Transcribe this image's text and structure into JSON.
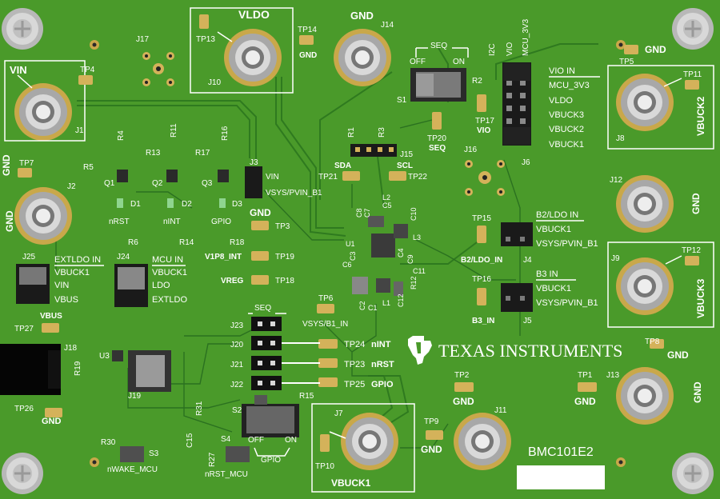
{
  "board": {
    "name": "BMC101E2",
    "brand": "TEXAS INSTRUMENTS",
    "colors": {
      "pcb": "#4a9a2a",
      "silk": "#ffffff",
      "gold": "#d4b25a",
      "header": "#1a1a1a"
    }
  },
  "labels": {
    "vldo": "VLDO",
    "tp13": "TP13",
    "j10": "J10",
    "gnd": "GND",
    "j14": "J14",
    "tp14": "TP14",
    "j17": "J17",
    "vin": "VIN",
    "tp4": "TP4",
    "j1": "J1",
    "tp7": "TP7",
    "j2": "J2",
    "r4": "R4",
    "r5": "R5",
    "q1": "Q1",
    "d1": "D1",
    "nrst": "nRST",
    "r6": "R6",
    "r13": "R13",
    "r11": "R11",
    "q2": "Q2",
    "d2": "D2",
    "nint": "nINT",
    "r14": "R14",
    "r17": "R17",
    "r16": "R16",
    "q3": "Q3",
    "d3": "D3",
    "gpio": "GPIO",
    "r18": "R18",
    "j3": "J3",
    "j3_vin": "VIN",
    "j3_vsys": "VSYS/PVIN_B1",
    "tp3": "TP3",
    "v1p8": "V1P8_INT",
    "tp19": "TP19",
    "vreg": "VREG",
    "tp18": "TP18",
    "seq_top": "SEQ",
    "off": "OFF",
    "on": "ON",
    "s1": "S1",
    "r2": "R2",
    "tp20": "TP20",
    "seq_tp20": "SEQ",
    "i2c": "I2C",
    "vio": "VIO",
    "mcu3v3": "MCU_3V3",
    "tp17": "TP17",
    "vio_tp17": "VIO",
    "j6": "J6",
    "j6_opts": [
      "VIO IN",
      "MCU_3V3",
      "VLDO",
      "VBUCK3",
      "VBUCK2",
      "VBUCK1"
    ],
    "tp5": "TP5",
    "tp11": "TP11",
    "j8": "J8",
    "vbuck2": "VBUCK2",
    "r1": "R1",
    "r3": "R3",
    "j15": "J15",
    "sda": "SDA",
    "scl": "SCL",
    "tp21": "TP21",
    "tp22": "TP22",
    "j16": "J16",
    "j12": "J12",
    "c8": "C8",
    "c7": "C7",
    "l2": "L2",
    "c5": "C5",
    "c10": "C10",
    "u1": "U1",
    "c3": "C3",
    "c4": "C4",
    "l3": "L3",
    "c6": "C6",
    "c9": "C9",
    "c11": "C11",
    "c2": "C2",
    "c1": "C1",
    "l1": "L1",
    "c12": "C12",
    "r12": "R12",
    "tp15": "TP15",
    "b2ldo_in": "B2/LDO IN",
    "j4_vbuck1": "VBUCK1",
    "j4_vsys": "VSYS/PVIN_B1",
    "b2ldo_in_lbl": "B2/LDO_IN",
    "j4": "J4",
    "tp16": "TP16",
    "b3in": "B3 IN",
    "j5_vbuck1": "VBUCK1",
    "j5_vsys": "VSYS/PVIN_B1",
    "b3_in_lbl": "B3_IN",
    "j5": "J5",
    "j9": "J9",
    "tp12": "TP12",
    "vbuck3": "VBUCK3",
    "j25": "J25",
    "extldo_in": "EXTLDO IN",
    "j25_vbuck1": "VBUCK1",
    "j25_vin": "VIN",
    "j25_vbus": "VBUS",
    "j24": "J24",
    "mcu_in": "MCU IN",
    "j24_vbuck1": "VBUCK1",
    "j24_ldo": "LDO",
    "j24_extldo": "EXTLDO",
    "vbus": "VBUS",
    "tp27": "TP27",
    "j18": "J18",
    "r19": "R19",
    "u3": "U3",
    "j19": "J19",
    "tp26": "TP26",
    "tp6": "TP6",
    "vsys_b1_in": "VSYS/B1_IN",
    "seq2": "SEQ",
    "j23": "J23",
    "j20": "J20",
    "j21": "J21",
    "j22": "J22",
    "tp24": "TP24",
    "nint2": "nINT",
    "tp23": "TP23",
    "nrst2": "nRST",
    "tp25": "TP25",
    "gpio2": "GPIO",
    "r15": "R15",
    "s2": "S2",
    "r31": "R31",
    "c15": "C15",
    "s4": "S4",
    "r27": "R27",
    "off2": "OFF",
    "on2": "ON",
    "gpio3": "GPIO",
    "nrst_mcu": "nRST_MCU",
    "r30": "R30",
    "s3": "S3",
    "nwake_mcu": "nWAKE_MCU",
    "j7": "J7",
    "tp10": "TP10",
    "vbuck1": "VBUCK1",
    "tp2": "TP2",
    "j11": "J11",
    "tp9": "TP9",
    "tp8": "TP8",
    "tp1": "TP1",
    "j13": "J13"
  }
}
